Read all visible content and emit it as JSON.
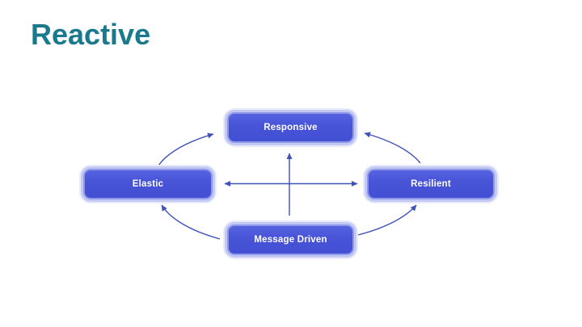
{
  "slide": {
    "title": "Reactive"
  },
  "colors": {
    "background": "#ffffff",
    "title": "#1a798c",
    "node_fill": "#4853d6",
    "node_border": "#8d98e8",
    "node_glow": "#c3c9f2",
    "node_text": "#ffffff",
    "arrow": "#3f51ba"
  },
  "diagram": {
    "nodes": [
      {
        "id": "responsive",
        "label": "Responsive",
        "position": "top"
      },
      {
        "id": "elastic",
        "label": "Elastic",
        "position": "left"
      },
      {
        "id": "resilient",
        "label": "Resilient",
        "position": "right"
      },
      {
        "id": "message-driven",
        "label": "Message Driven",
        "position": "bottom"
      }
    ],
    "edges": [
      {
        "from": "elastic",
        "to": "responsive",
        "style": "arc",
        "bidirectional": false
      },
      {
        "from": "resilient",
        "to": "responsive",
        "style": "arc",
        "bidirectional": false
      },
      {
        "from": "message-driven",
        "to": "elastic",
        "style": "arc",
        "bidirectional": false
      },
      {
        "from": "message-driven",
        "to": "resilient",
        "style": "arc",
        "bidirectional": false
      },
      {
        "from": "message-driven",
        "to": "responsive",
        "style": "straight",
        "bidirectional": false
      },
      {
        "from": "elastic",
        "to": "resilient",
        "style": "straight",
        "bidirectional": true
      }
    ]
  }
}
